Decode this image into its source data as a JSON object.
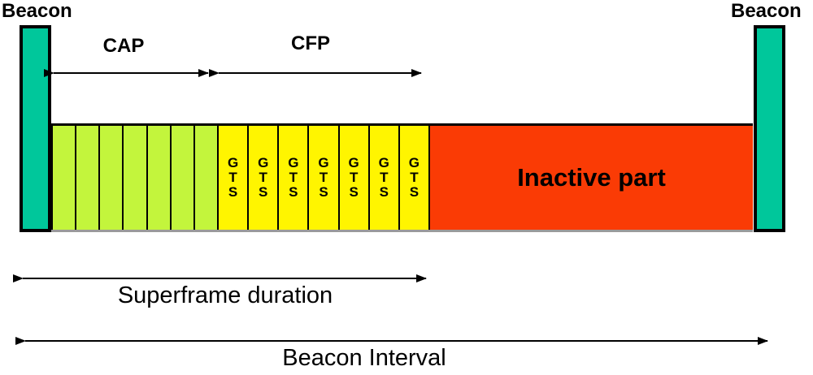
{
  "diagram": {
    "beacon_label_left": "Beacon",
    "beacon_label_right": "Beacon",
    "cap_label": "CAP",
    "cfp_label": "CFP",
    "cap_slot_count": 7,
    "gts_slots": [
      "G\nT\nS",
      "G\nT\nS",
      "G\nT\nS",
      "G\nT\nS",
      "G\nT\nS",
      "G\nT\nS",
      "G\nT\nS"
    ],
    "inactive_label": "Inactive part",
    "superframe_duration_label": "Superframe duration",
    "beacon_interval_label": "Beacon Interval"
  },
  "colors": {
    "beacon_bar": "#00C79B",
    "cap_slot": "#C3F53C",
    "gts_slot": "#FFF500",
    "inactive_part": "#FA3B05",
    "outline": "#000000"
  }
}
